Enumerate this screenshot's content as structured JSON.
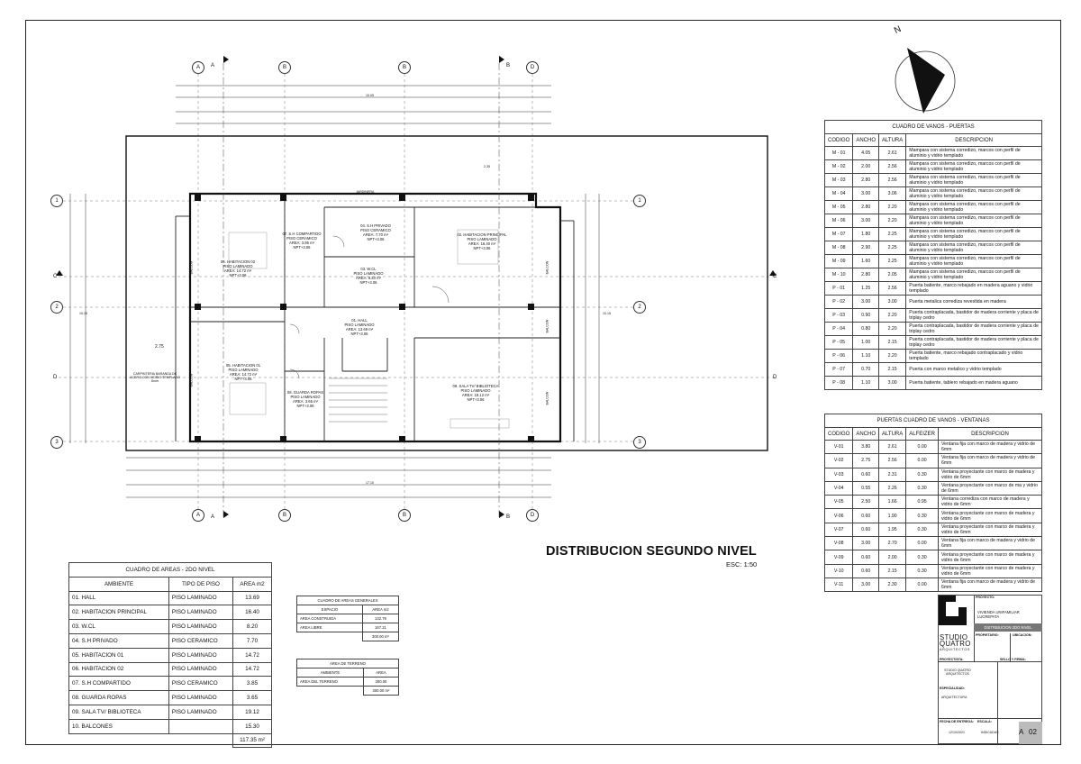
{
  "sheet_title": "DISTRIBUCION SEGUNDO NIVEL",
  "scale": "ESC: 1:50",
  "north": "N",
  "grid": {
    "cols": [
      "A",
      "B",
      "B",
      "D"
    ],
    "sections": [
      "A",
      "B",
      "C",
      "D"
    ],
    "rows": [
      "1",
      "2",
      "3"
    ]
  },
  "rooms": [
    {
      "name": "01. HALL",
      "floor": "PISO LAMINADO",
      "area": "AREA: 13.69 m²",
      "npt": "NPT+3.06"
    },
    {
      "name": "02. HABITACION PRINCIPAL",
      "floor": "PISO LAMINADO",
      "area": "AREA: 16.40 m²",
      "npt": "NPT+3.06"
    },
    {
      "name": "03. W.CL",
      "floor": "PISO LAMINADO",
      "area": "AREA: 8.20 m²",
      "npt": "NPT+3.06"
    },
    {
      "name": "04. S.H PRIVADO",
      "floor": "PISO CERAMICO",
      "area": "AREA: 7.70 m²",
      "npt": "NPT+3.06"
    },
    {
      "name": "05. HABITACION 01",
      "floor": "PISO LAMINADO",
      "area": "AREA: 14.72 m²",
      "npt": "NPT+3.06"
    },
    {
      "name": "06. HABITACION 02",
      "floor": "PISO LAMINADO",
      "area": "AREA: 14.72 m²",
      "npt": "NPT+3.06"
    },
    {
      "name": "07. S.H COMPARTIDO",
      "floor": "PISO CERAMICO",
      "area": "AREA: 3.85 m²",
      "npt": "NPT+3.06"
    },
    {
      "name": "08. GUARDA ROPAS",
      "floor": "PISO LAMINADO",
      "area": "AREA: 3.65 m²",
      "npt": "NPT+3.06"
    },
    {
      "name": "09. SALA TV/ BIBLIOTECA",
      "floor": "PISO LAMINADO",
      "area": "AREA: 19.12 m²",
      "npt": "NPT+3.06"
    }
  ],
  "plan_labels": {
    "jardinera": "JARDINERA",
    "balcon": "BALCON",
    "carpinteria": "CARPINTERIA BARANDA DE ACERO CON VIDRIO TEMPLADO 6mm",
    "overall_width": "10.05",
    "bottom_total": "17.10",
    "dim_235": "2.35",
    "dim_275": "2.75",
    "dim_1015": "10.15"
  },
  "doors_table": {
    "title": "CUADRO DE VANOS - PUERTAS",
    "headers": [
      "CODIGO",
      "ANCHO",
      "ALTURA",
      "DESCRIPCION"
    ],
    "rows": [
      [
        "M - 01",
        "4.05",
        "2.61",
        "Mampara con sistema corredizo, marcos con perfil de aluminio y vidrio templado"
      ],
      [
        "M - 02",
        "2.00",
        "2.56",
        "Mampara con sistema corredizo, marcos con perfil de aluminio y vidrio templado"
      ],
      [
        "M - 03",
        "2.80",
        "2.56",
        "Mampara con sistema corredizo, marcos con perfil de aluminio y vidrio templado"
      ],
      [
        "M - 04",
        "3.00",
        "3.06",
        "Mampara con sistema corredizo, marcos con perfil de aluminio y vidrio templado"
      ],
      [
        "M - 05",
        "2.80",
        "2.20",
        "Mampara con sistema corredizo, marcos con perfil de aluminio y vidrio templado"
      ],
      [
        "M - 06",
        "3.00",
        "2.20",
        "Mampara con sistema corredizo, marcos con perfil de aluminio y vidrio templado"
      ],
      [
        "M - 07",
        "1.80",
        "2.25",
        "Mampara con sistema corredizo, marcos con perfil de aluminio y vidrio templado"
      ],
      [
        "M - 08",
        "2.90",
        "2.25",
        "Mampara con sistema corredizo, marcos con perfil de aluminio y vidrio templado"
      ],
      [
        "M - 09",
        "1.60",
        "2.25",
        "Mampara con sistema corredizo, marcos con perfil de aluminio y vidrio templado"
      ],
      [
        "M - 10",
        "2.80",
        "2.05",
        "Mampara con sistema corredizo, marcos con perfil de aluminio y vidrio templado"
      ],
      [
        "P - 01",
        "1.25",
        "2.56",
        "Puerta batiente, marco rebajado en madera aguano y vidrio templado"
      ],
      [
        "P - 02",
        "3.00",
        "3.00",
        "Puerta metalica corrediza revestida en madera"
      ],
      [
        "P - 03",
        "0.90",
        "2.20",
        "Puerta contraplacada, bastidor de madera corriente y placa de triplay cedro"
      ],
      [
        "P - 04",
        "0.80",
        "2.20",
        "Puerta contraplacada, bastidor de madera corriente y placa de triplay cedro"
      ],
      [
        "P - 05",
        "1.00",
        "2.15",
        "Puerta contraplacada, bastidor de madera corriente y placa de triplay cedro"
      ],
      [
        "P - 06",
        "1.10",
        "2.20",
        "Puerta batiente, marco rebajado  contraplacado y vidrio templado"
      ],
      [
        "P - 07",
        "0.70",
        "2.15",
        "Puerta con marco metalico y vidrio templado"
      ],
      [
        "P - 08",
        "1.10",
        "3.00",
        "Puerta batiente, tablero rebajado en madera aguano"
      ]
    ]
  },
  "windows_table": {
    "title": "PUERTAS CUADRO DE VANOS - VENTANAS",
    "headers": [
      "CODIGO",
      "ANCHO",
      "ALTURA",
      "ALFEIZER",
      "DESCRIPCION"
    ],
    "rows": [
      [
        "V-01",
        "3.80",
        "2.61",
        "0.00",
        "Ventana fija con marco de madera y vidrio de 6mm"
      ],
      [
        "V-02",
        "2.75",
        "2.56",
        "0.00",
        "Ventana fija con marco de madera y vidrio de 6mm"
      ],
      [
        "V-03",
        "0.60",
        "2.31",
        "0.30",
        "Ventana proyectante con marco de madera y vidrio de 6mm"
      ],
      [
        "V-04",
        "0.55",
        "2.26",
        "0.30",
        "Ventana proyectante con marco de ma y vidrio de 6mm"
      ],
      [
        "V-05",
        "2.50",
        "1.66",
        "0.95",
        "Ventana corrediza con marco de madera y vidrio de 6mm"
      ],
      [
        "V-06",
        "0.60",
        "1.90",
        "0.30",
        "Ventana proyectante con marco de madera y vidrio de 6mm"
      ],
      [
        "V-07",
        "0.60",
        "1.95",
        "0.30",
        "Ventana proyectante con marco de madera y vidrio de 6mm"
      ],
      [
        "V-08",
        "3.00",
        "2.70",
        "0.00",
        "Ventana fija con marco de madera y vidrio de 6mm"
      ],
      [
        "V-09",
        "0.60",
        "2.00",
        "0.30",
        "Ventana proyectante con marco de madera y vidrio de 6mm"
      ],
      [
        "V-10",
        "0.60",
        "2.15",
        "0.30",
        "Ventana proyectante con marco de madera y vidrio de 6mm"
      ],
      [
        "V-11",
        "3.00",
        "2.30",
        "0.00",
        "Ventana fija con marco de madera y vidrio de 6mm"
      ]
    ]
  },
  "areas_table": {
    "title": "CUADRO DE AREAS - 2DO NIVEL",
    "headers": [
      "AMBIENTE",
      "TIPO DE PISO",
      "AREA m2"
    ],
    "rows": [
      [
        "01. HALL",
        "PISO LAMINADO",
        "13.69"
      ],
      [
        "02. HABITACION PRINCIPAL",
        "PISO LAMINADO",
        "16.40"
      ],
      [
        "03. W.CL",
        "PISO LAMINADO",
        "8.20"
      ],
      [
        "04. S.H PRIVADO",
        "PISO CERAMICO",
        "7.70"
      ],
      [
        "05. HABITACION 01",
        "PISO LAMINADO",
        "14.72"
      ],
      [
        "06. HABITACION 02",
        "PISO LAMINADO",
        "14.72"
      ],
      [
        "07. S.H COMPARTIDO",
        "PISO CERAMICO",
        "3.85"
      ],
      [
        "08. GUARDA ROPAS",
        "PISO LAMINADO",
        "3.65"
      ],
      [
        "09. SALA TV/ BIBLIOTECA",
        "PISO LAMINADO",
        "19.12"
      ],
      [
        "10. BALCONES",
        "",
        "15.30"
      ]
    ],
    "total": "117.35 m²"
  },
  "general_areas": {
    "title": "CUADRO DE AREAS GENERALES",
    "headers": [
      "ESPACIO",
      "AREA m2"
    ],
    "rows": [
      [
        "AREA CONSTRUIDA",
        "132.79"
      ],
      [
        "AREA LIBRE",
        "167.21"
      ]
    ],
    "total": "300.00 m²"
  },
  "land_area": {
    "title": "AREA DE TERRENO",
    "headers": [
      "AMBIENTE",
      "AREA"
    ],
    "rows": [
      [
        "AREA DEL TERRENO",
        "300.00"
      ]
    ],
    "total": "300.00 m²"
  },
  "title_block": {
    "studio_line1": "STUDIO",
    "studio_line2": "QUATRO",
    "studio_line3": "ARQUITECTOS",
    "proyecto_label": "PROYECTO:",
    "proyecto": "VIVIENDA UNIFAMILIAR LUCREPATA",
    "lamina": "DISTRIBUCION 2DO NIVEL",
    "propietario_label": "PROPIETARIO:",
    "ubicacion_label": "UBICACION:",
    "proyectista_label": "PROYECTISTA:",
    "proyectista": "STUDIO QUATRO ARQUITECTOS",
    "sello_label": "SELLO Y FIRMA:",
    "especialidad_label": "ESPECIALIDAD:",
    "especialidad": "ARQUITECTURA",
    "fecha_label": "FECHA DE ENTREGA:",
    "fecha": "12/10/2021",
    "escala_label": "ESCALA:",
    "escala": "INDICADAS",
    "sheet_letter": "A",
    "sheet_number": "02"
  }
}
